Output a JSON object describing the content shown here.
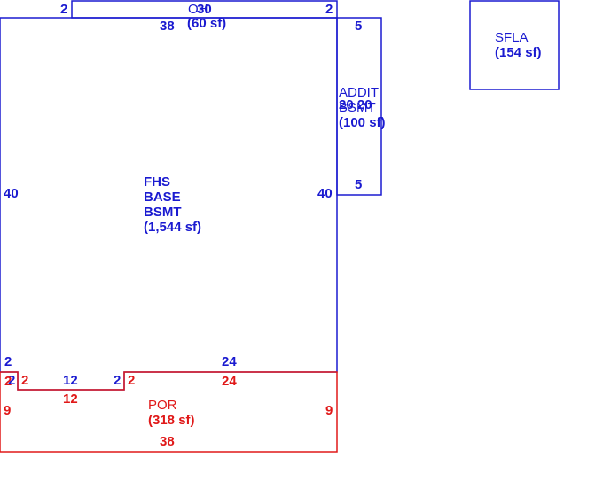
{
  "colors": {
    "main": "#1a1ad0",
    "porch": "#e01818"
  },
  "areas": {
    "oh": {
      "name": "OH",
      "area": "(60 sf)"
    },
    "addit": {
      "line1": "ADDIT",
      "line2": "BSMT",
      "area": "(100 sf)"
    },
    "sfla": {
      "name": "SFLA",
      "area": "(154 sf)"
    },
    "fhs": {
      "line1": "FHS",
      "line2": "BASE",
      "line3": "BSMT",
      "area": "(1,544 sf)"
    },
    "por": {
      "name": "POR",
      "area": "(318 sf)"
    }
  },
  "dimensions": {
    "oh_left": "2",
    "oh_top": "30",
    "oh_right": "2",
    "main_top": "38",
    "addit_top": "5",
    "addit_overlap": "20 20",
    "addit_bottom": "5",
    "main_left": "40",
    "main_right": "40",
    "notch_left_height": "2",
    "main_bottom_right": "24",
    "notch_left_blue": "2",
    "notch_width_blue": "12",
    "notch_right_blue": "2",
    "por_notch_left": "2",
    "por_notch_inner": "2",
    "por_notch_width": "12",
    "por_notch_right": "2",
    "por_top_right": "24",
    "por_left": "9",
    "por_right": "9",
    "por_bottom": "38"
  }
}
